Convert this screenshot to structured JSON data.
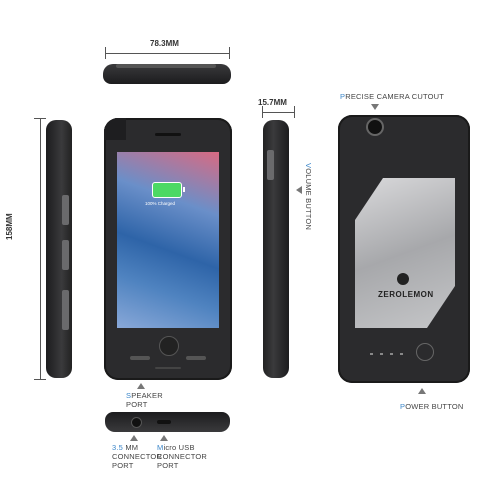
{
  "dimensions": {
    "width": "78.3MM",
    "depth": "15.7MM",
    "height": "158MM"
  },
  "labels": {
    "camera": {
      "first": "P",
      "rest": "RECISE CAMERA CUTOUT"
    },
    "volume": {
      "first": "V",
      "rest": "OLUME BUTTON"
    },
    "speaker": {
      "first": "S",
      "rest_line1": "PEAKER",
      "line2": "PORT"
    },
    "power": {
      "first": "P",
      "rest": "OWER BUTTON"
    },
    "connector": {
      "first": "3.5",
      "rest_line1": " MM",
      "line2": "CONNECTOR",
      "line3": "PORT"
    },
    "usb": {
      "first": "M",
      "rest_line1": "icro USB",
      "line2": "CONNECTOR",
      "line3": "PORT"
    }
  },
  "screen": {
    "charge_text": "100% Charged"
  },
  "brand": "ZEROLEMON",
  "colors": {
    "accent": "#3b86c9",
    "case": "#2b2b2d",
    "battery_green": "#4cd964"
  }
}
